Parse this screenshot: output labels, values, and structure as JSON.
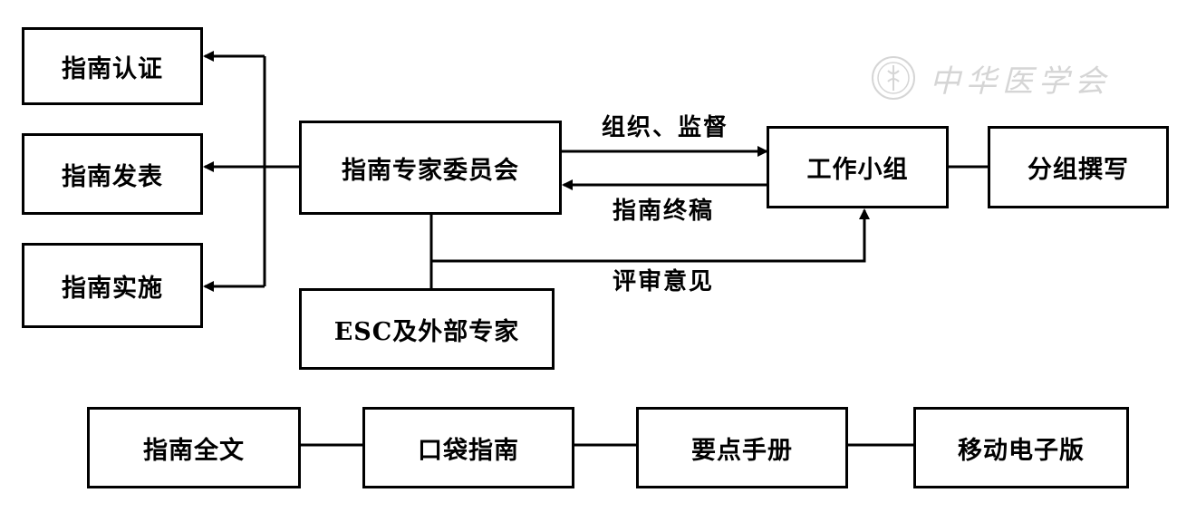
{
  "nodes": {
    "guide_certification": "指南认证",
    "guide_publication": "指南发表",
    "guide_implementation": "指南实施",
    "expert_committee": "指南专家委员会",
    "working_group": "工作小组",
    "group_writing": "分组撰写",
    "esc_external": "ESC及外部专家",
    "full_text": "指南全文",
    "pocket_guide": "口袋指南",
    "key_points": "要点手册",
    "mobile_edition": "移动电子版"
  },
  "edges": {
    "organize_supervise": "组织、监督",
    "final_draft": "指南终稿",
    "review_opinion": "评审意见"
  },
  "watermark": {
    "text": "中华医学会"
  },
  "colors": {
    "stroke": "#000000",
    "background": "#ffffff",
    "watermark": "#8a8a8a"
  }
}
